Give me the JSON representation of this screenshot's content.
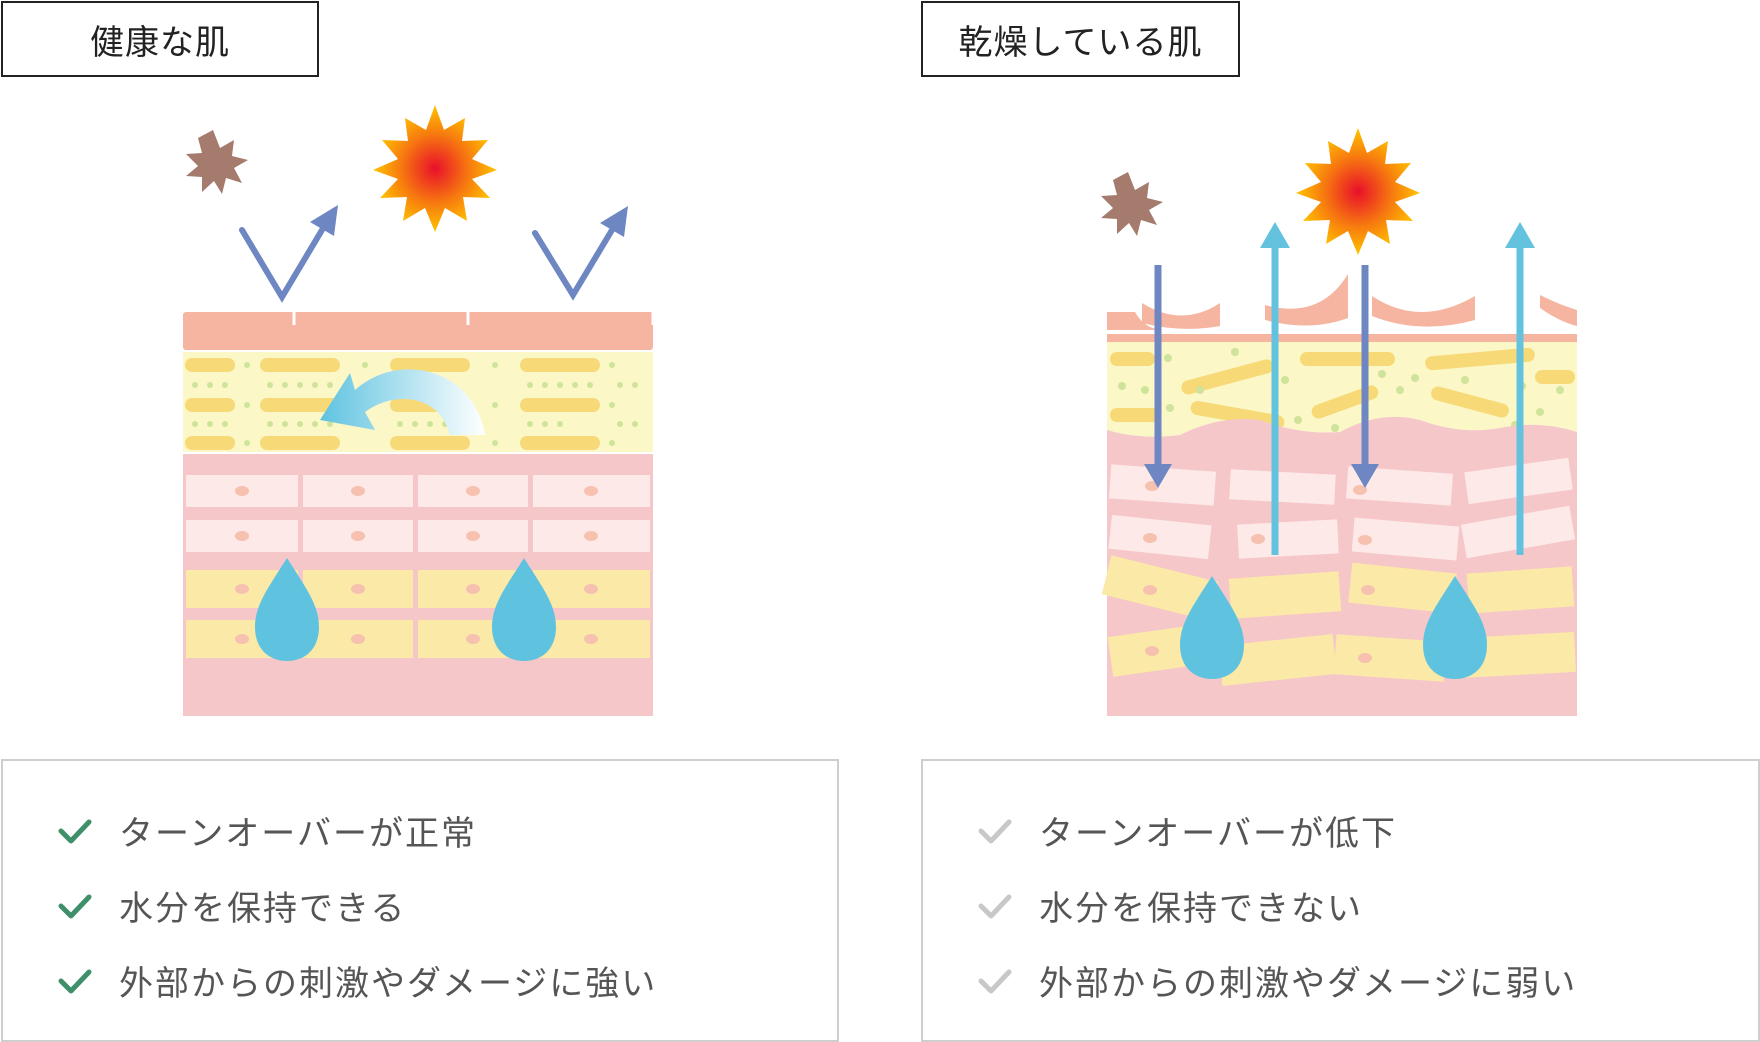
{
  "left": {
    "title": "健康な肌",
    "items": [
      "ターンオーバーが正常",
      "水分を保持できる",
      "外部からの刺激やダメージに強い"
    ],
    "check_color": "#3f8f6b"
  },
  "right": {
    "title": "乾燥している肌",
    "items": [
      "ターンオーバーが低下",
      "水分を保持できない",
      "外部からの刺激やダメージに弱い"
    ],
    "check_color": "#c8c8c8"
  },
  "colors": {
    "surface": "#f6b5a1",
    "fat_bg": "#fbf7c6",
    "fat_bar": "#f7d977",
    "dermis": "#f6c7c9",
    "cell_light": "#fde9e8",
    "cell_yellow": "#fbe9a8",
    "water": "#5fc3e0",
    "arrow_dark": "#6e87c3",
    "arrow_light": "#63c3de",
    "dust": "#a57b6e"
  }
}
